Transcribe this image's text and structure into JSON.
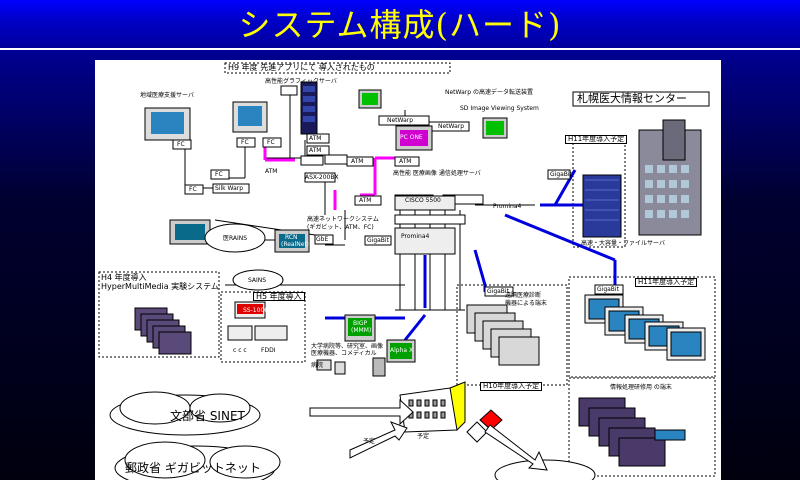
{
  "title": "システム構成(ハード)",
  "labels": {
    "h9_banner": "H9 年度 先進アプリにて 導入されたもの",
    "regional_medical": "地域医療支援サーバ",
    "hp_graphics": "高性能グラフィックサーバ",
    "netwarp1": "NetWarp",
    "netwarp_sensor": "NetWarp の高速データ転送装置",
    "sd_image": "SD Image Viewing System",
    "netwarp2": "NetWarp",
    "pc_one": "PC ONE",
    "atm": "ATM",
    "fc": "FC",
    "silk_warp": "Silk Warp",
    "asx": "ASX-200BX",
    "hp_medical_server": "高性能 医療画像 通信処理サーバ",
    "sapporo": "札幌医大情報センター",
    "h11_plan_top": "H11年度導入予定",
    "giga_bit": "GigaBit",
    "cisco": "CISCO 5500",
    "promina": "Promina4",
    "file_server": "高速・大容量・ファイルサーバ",
    "hs_network": "高速ネットワークシステム",
    "hs_network_sub": "(ギガビット、ATM、FC)",
    "med_rains": "医RAINS",
    "rcn": "RCN",
    "rcn_sub": "(RealNet)",
    "gbe": "GbE",
    "gigabit2": "GigaBit",
    "promina2": "Promina4",
    "sains": "SAINS",
    "h4": "H4 年度導入",
    "h4_sub": "HyperMultiMedia 実験システム",
    "h5": "H5 年度導入",
    "h5_server": "SS-1000",
    "fddi": "FDDI",
    "cc": "c c c",
    "flow_text": "大学病院等、研究室、画像\n医療機器、コメディカル",
    "clinic": "病院",
    "bigp": "BIGP",
    "bigp_sub": "(MMM)",
    "alpha_x": "Alpha X",
    "gigabit3": "GigaBit",
    "remote_medicine": "遠隔医療診断",
    "remote_medicine2": "機器による端末",
    "h11_plan_right": "H11年度導入予定",
    "gigabit4": "GigaBit",
    "h10_plan": "H10年度導入予定",
    "mobile_terminals": "情報処理研修用 の端末",
    "sinet": "文部省 SINET",
    "postal": "郵政省 ギガビットネット",
    "plan_a": "予定",
    "plan_b": "予定"
  }
}
